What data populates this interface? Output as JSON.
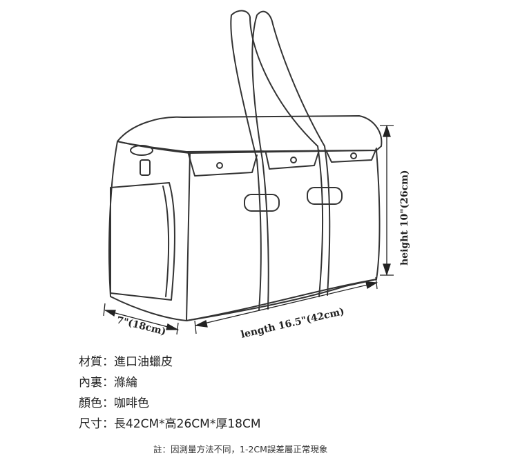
{
  "dimensions": {
    "height_label": "height 10\"(26cm)",
    "length_label": "length 16.5\"(42cm)",
    "width_label": "7\"(18cm)"
  },
  "specs": [
    {
      "label": "材質：",
      "value": "進口油蠟皮"
    },
    {
      "label": "內裏：",
      "value": "滌綸"
    },
    {
      "label": "顏色：",
      "value": "咖啡色"
    },
    {
      "label": "尺寸：",
      "value": "長42CM*高26CM*厚18CM"
    }
  ],
  "note": "註：因測量方法不同，1-2CM誤差屬正常現象"
}
